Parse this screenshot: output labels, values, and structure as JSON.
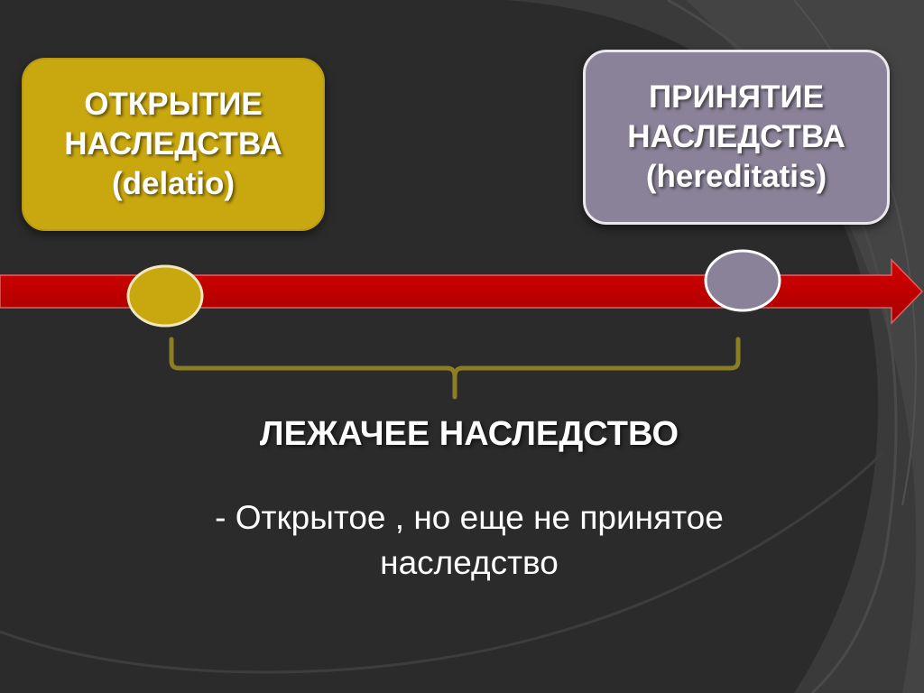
{
  "colors": {
    "background": "#2b2b2b",
    "accent_gold": "#c9a70e",
    "accent_lavender": "#8a8298",
    "arrow_red": "#c00000",
    "brace": "#8c7e22",
    "text": "#ffffff"
  },
  "boxes": {
    "opening": {
      "line1": "ОТКРЫТИЕ",
      "line2": "НАСЛЕДСТВА",
      "line3": "(delatio)"
    },
    "acceptance": {
      "line1": "ПРИНЯТИЕ",
      "line2": "НАСЛЕДСТВА",
      "line3": "(hereditatis)"
    }
  },
  "term": {
    "title": "ЛЕЖАЧЕЕ НАСЛЕДСТВО",
    "definition_line1": "- Открытое , но еще не принятое",
    "definition_line2": "наследство"
  }
}
